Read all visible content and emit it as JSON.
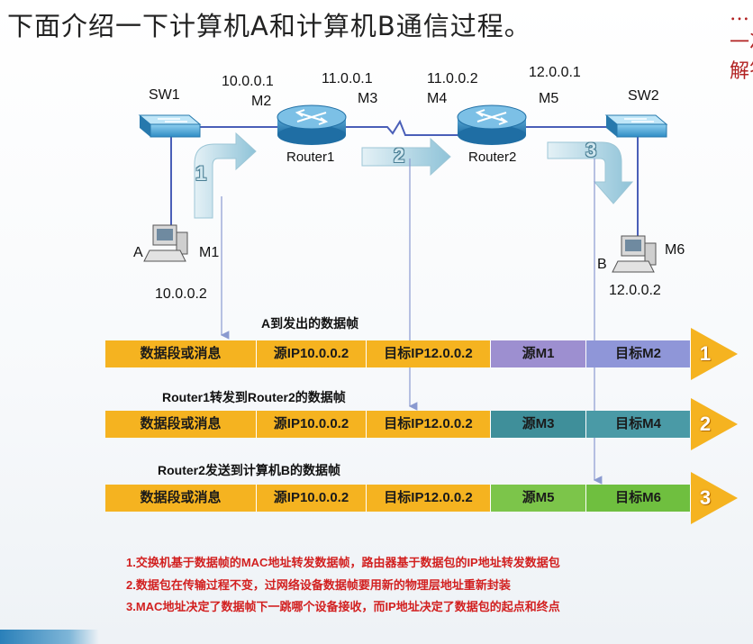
{
  "heading": "下面介绍一下计算机A和计算机B通信过程。",
  "corner_lines": [
    "…",
    "一次学",
    "解答学"
  ],
  "topology": {
    "sw1": "SW1",
    "sw2": "SW2",
    "router1": "Router1",
    "router2": "Router2",
    "r1_left_ip": "10.0.0.1",
    "r1_left_mac": "M2",
    "r1_right_ip": "11.0.0.1",
    "r1_right_mac": "M3",
    "r2_left_ip": "11.0.0.2",
    "r2_left_mac": "M4",
    "r2_right_ip": "12.0.0.1",
    "r2_right_mac": "M5",
    "host_a_name": "A",
    "host_a_mac": "M1",
    "host_a_ip": "10.0.0.2",
    "host_b_name": "B",
    "host_b_mac": "M6",
    "host_b_ip": "12.0.0.2",
    "steps": [
      "1",
      "2",
      "3"
    ]
  },
  "frames": [
    {
      "title": "A到发出的数据帧",
      "cells": [
        "数据段或消息",
        "源IP10.0.0.2",
        "目标IP12.0.0.2",
        "源M1",
        "目标M2"
      ],
      "num": "1",
      "mac_src_color": "#9d8fd0",
      "mac_dst_color": "#8f96d8"
    },
    {
      "title": "Router1转发到Router2的数据帧",
      "cells": [
        "数据段或消息",
        "源IP10.0.0.2",
        "目标IP12.0.0.2",
        "源M3",
        "目标M4"
      ],
      "num": "2",
      "mac_src_color": "#3f8f9a",
      "mac_dst_color": "#4a9aa6"
    },
    {
      "title": "Router2发送到计算机B的数据帧",
      "cells": [
        "数据段或消息",
        "源IP10.0.0.2",
        "目标IP12.0.0.2",
        "源M5",
        "目标M6"
      ],
      "num": "3",
      "mac_src_color": "#7cc54a",
      "mac_dst_color": "#6fbf3f"
    }
  ],
  "colors": {
    "data_cell": "#f5b320",
    "ip_cell": "#f5b320",
    "arrow": "#f5b320",
    "note_text": "#d22020"
  },
  "notes": [
    "1.交换机基于数据帧的MAC地址转发数据帧，路由器基于数据包的IP地址转发数据包",
    "2.数据包在传输过程不变，过网络设备数据帧要用新的物理层地址重新封装",
    "3.MAC地址决定了数据帧下一跳哪个设备接收，而IP地址决定了数据包的起点和终点"
  ]
}
